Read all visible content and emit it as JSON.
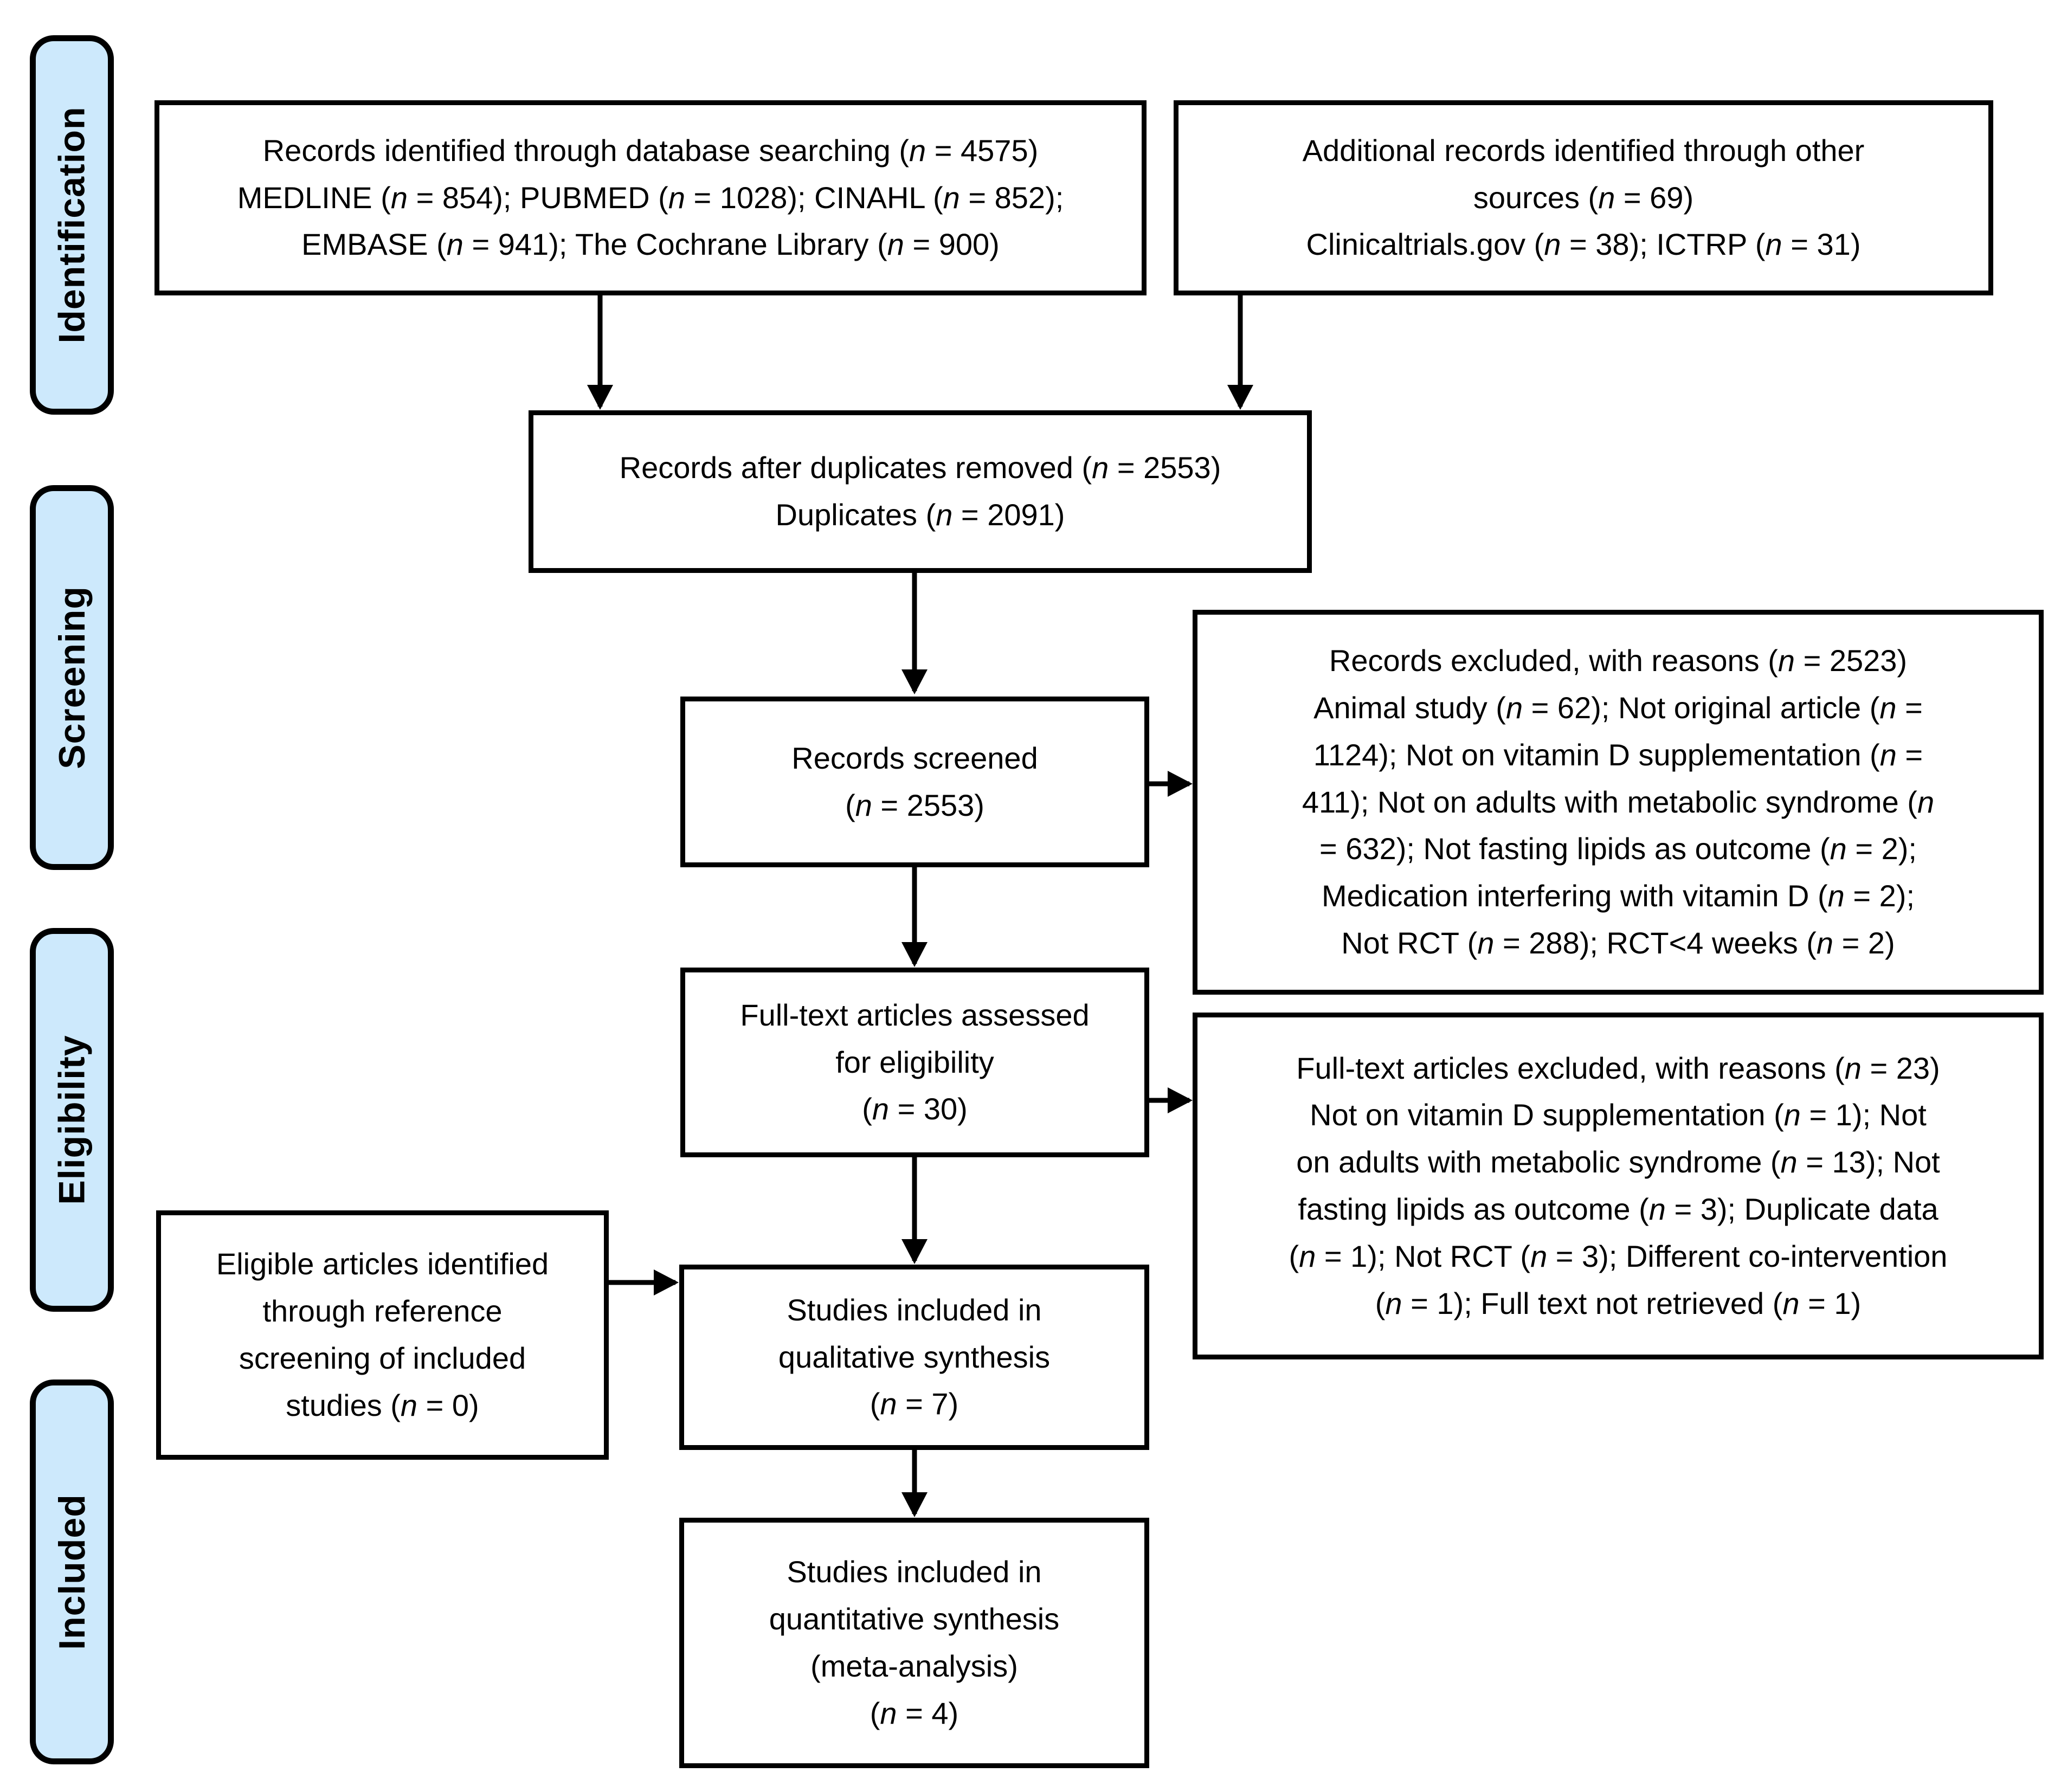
{
  "sidebar": {
    "stages": [
      {
        "label": "Identification"
      },
      {
        "label": "Screening"
      },
      {
        "label": "Eligibility"
      },
      {
        "label": "Included"
      }
    ]
  },
  "boxes": {
    "identified_database": {
      "lines": [
        "Records identified through database searching (n = 4575)",
        "MEDLINE (n = 854); PUBMED (n = 1028); CINAHL (n = 852);",
        "EMBASE (n = 941); The Cochrane Library (n = 900)"
      ]
    },
    "additional_records": {
      "lines": [
        "Additional records identified through other",
        "sources (n = 69)",
        "Clinicaltrials.gov (n = 38); ICTRP (n = 31)"
      ]
    },
    "duplicates_removed": {
      "lines": [
        "Records after duplicates removed (n = 2553)",
        "Duplicates (n = 2091)"
      ]
    },
    "records_screened": {
      "lines": [
        "Records screened",
        "(n = 2553)"
      ]
    },
    "records_excluded": {
      "lines": [
        "Records excluded, with reasons (n = 2523)",
        "Animal study (n = 62); Not original article (n =",
        "1124); Not on vitamin D supplementation (n =",
        "411); Not on adults with metabolic syndrome (n",
        "= 632); Not fasting lipids as outcome (n = 2);",
        "Medication interfering with vitamin D (n = 2);",
        "Not RCT (n = 288); RCT<4 weeks (n = 2)"
      ]
    },
    "fulltext_assessed": {
      "lines": [
        "Full-text articles assessed",
        "for eligibility",
        "(n = 30)"
      ]
    },
    "fulltext_excluded": {
      "lines": [
        "Full-text articles excluded, with reasons (n = 23)",
        "Not on vitamin D supplementation (n = 1); Not",
        "on adults with metabolic syndrome (n = 13); Not",
        "fasting lipids as outcome (n = 3); Duplicate data",
        "(n = 1); Not RCT (n = 3); Different co-intervention",
        "(n = 1); Full text not retrieved (n = 1)"
      ]
    },
    "reference_screening": {
      "lines": [
        "Eligible articles identified",
        "through reference",
        "screening of included",
        "studies (n = 0)"
      ]
    },
    "qualitative_synthesis": {
      "lines": [
        "Studies included in",
        "qualitative synthesis",
        "(n = 7)"
      ]
    },
    "quantitative_synthesis": {
      "lines": [
        "Studies included in",
        "quantitative synthesis",
        "(meta-analysis)",
        "(n = 4)"
      ]
    }
  },
  "colors": {
    "stage_fill": "#cde9fc",
    "stage_border": "#000000",
    "box_fill": "#ffffff",
    "box_border": "#000000",
    "arrow": "#000000",
    "text": "#000000"
  }
}
